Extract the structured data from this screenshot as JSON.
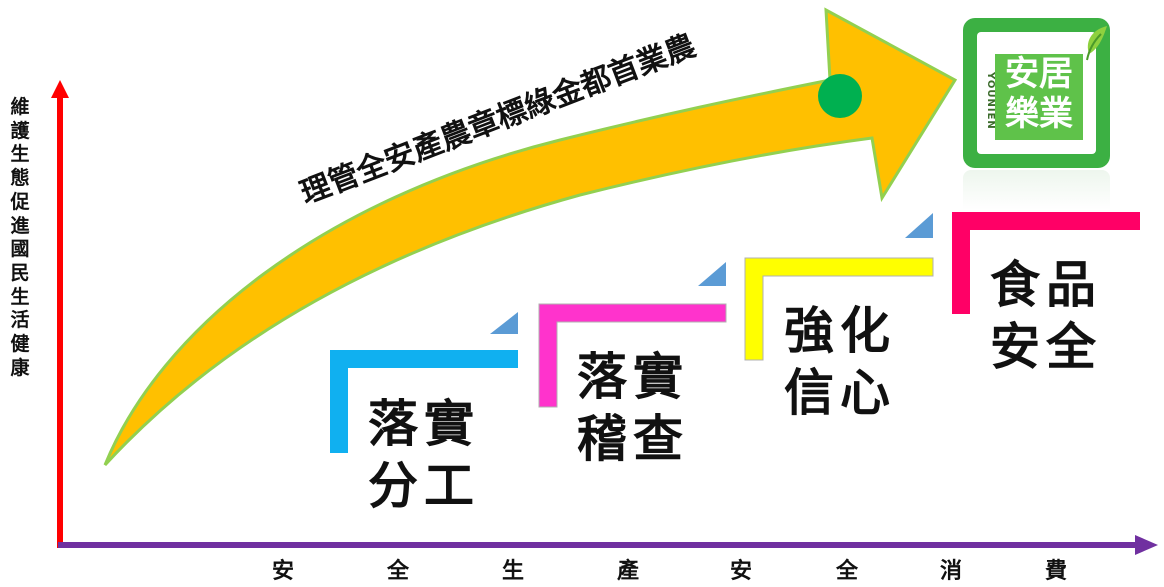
{
  "y_axis_label": [
    "維",
    "護",
    "生",
    "態",
    "促",
    "進",
    "國",
    "民",
    "生",
    "活",
    "健",
    "康"
  ],
  "x_axis_labels": [
    "安",
    "全",
    "生",
    "產",
    "安",
    "全",
    "消",
    "費"
  ],
  "arrow_text": "理管全安產農章標綠金都首業農",
  "steps": [
    {
      "line1": "落實",
      "line2": "分工",
      "color": "#10b0f0"
    },
    {
      "line1": "落實",
      "line2": "稽查",
      "color": "#ff33cc"
    },
    {
      "line1": "強化",
      "line2": "信心",
      "color": "#ffff00"
    },
    {
      "line1": "食品",
      "line2": "安全",
      "color": "#ff0066"
    }
  ],
  "logo": {
    "line1": "安居",
    "line2": "樂業",
    "side": "YOUNIEN"
  },
  "colors": {
    "y_axis": "#ff0000",
    "x_axis": "#7030a0",
    "arrow_fill": "#ffc000",
    "arrow_stroke": "#92d050",
    "dot": "#00b050",
    "corner": "#5b9bd5"
  }
}
